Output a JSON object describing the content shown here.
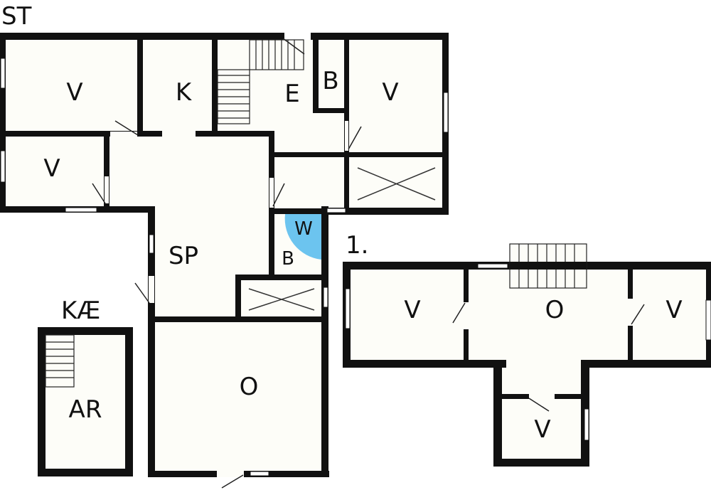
{
  "floors": {
    "ground": {
      "label": "ST",
      "rooms": [
        {
          "label": "V"
        },
        {
          "label": "K"
        },
        {
          "label": "E"
        },
        {
          "label": "B"
        },
        {
          "label": "V"
        },
        {
          "label": "V"
        },
        {
          "label": "SP"
        },
        {
          "label": "W"
        },
        {
          "label": "B"
        },
        {
          "label": "O"
        }
      ]
    },
    "cellar": {
      "label": "KÆ",
      "rooms": [
        {
          "label": "AR"
        }
      ]
    },
    "first": {
      "label": "1.",
      "rooms": [
        {
          "label": "V"
        },
        {
          "label": "O"
        },
        {
          "label": "V"
        },
        {
          "label": "V"
        }
      ]
    }
  },
  "colors": {
    "wall": "#111111",
    "floor": "#fdfdf8",
    "fixture": "#6cc4ef"
  }
}
